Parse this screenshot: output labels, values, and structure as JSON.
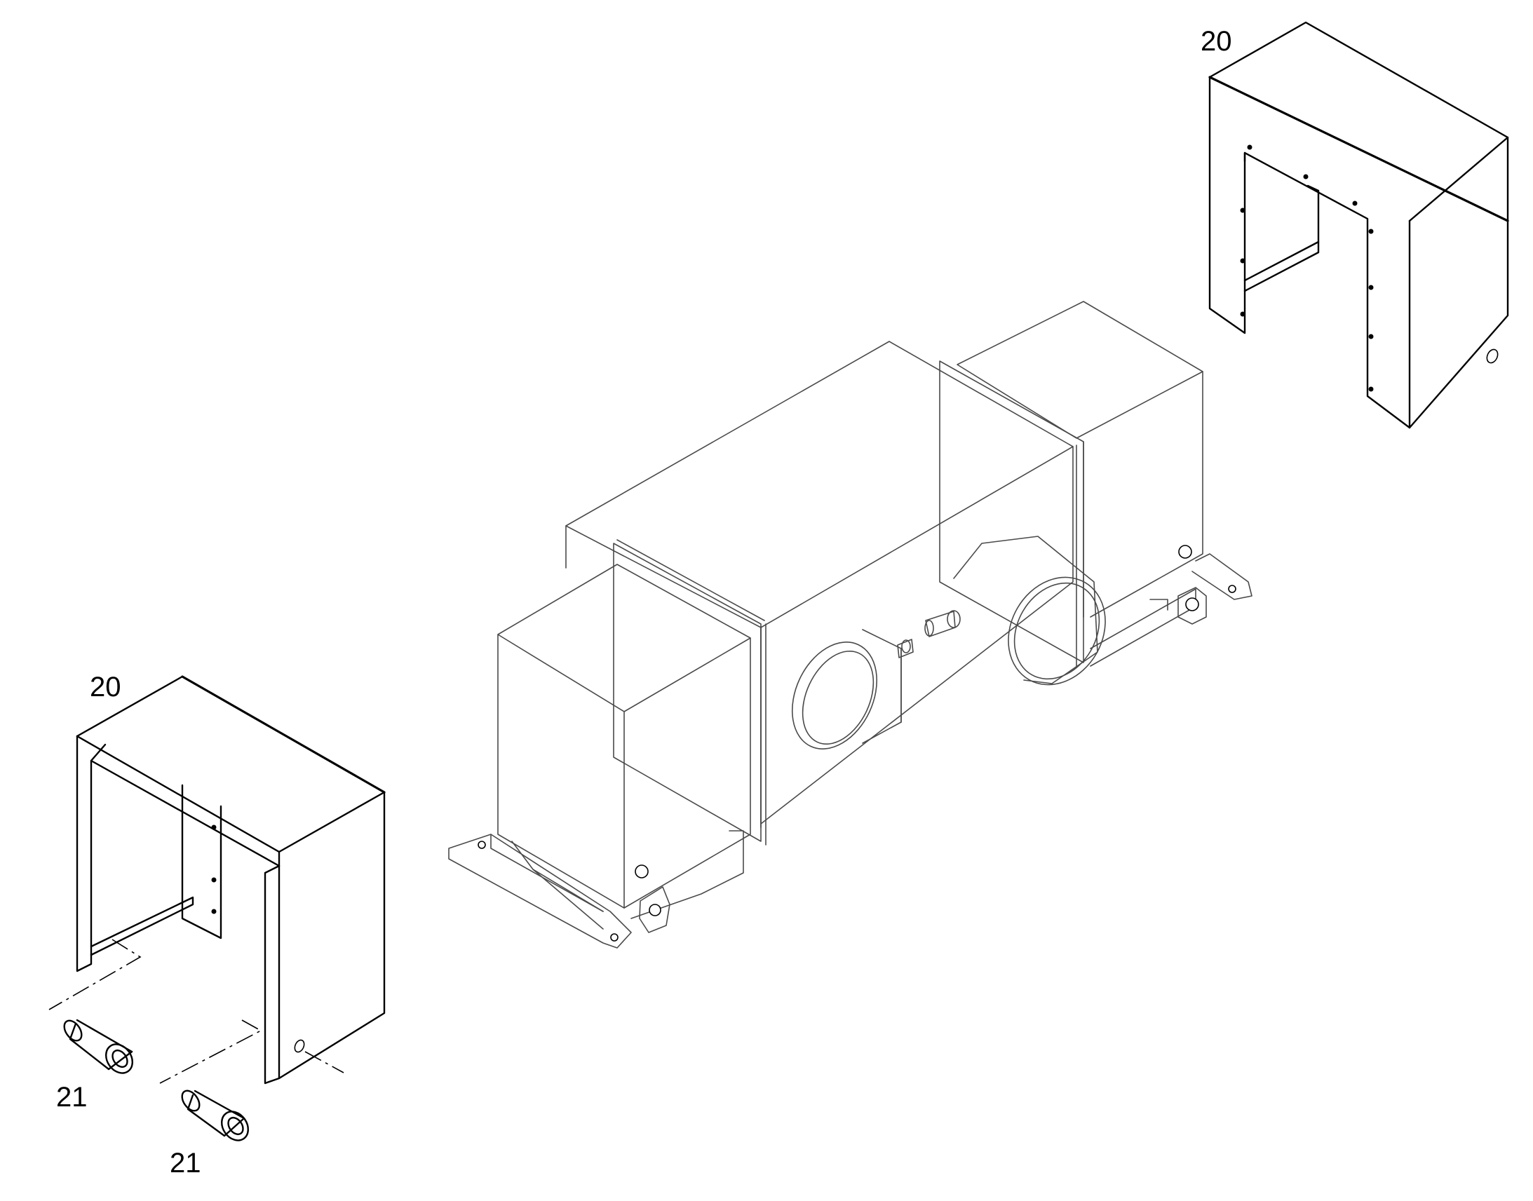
{
  "callouts": {
    "cover_top_right": "20",
    "cover_left": "20",
    "sleeve_a": "21",
    "sleeve_b": "21"
  },
  "colors": {
    "stroke": "#4a4a4a",
    "dark": "#000000",
    "background": "#ffffff"
  }
}
